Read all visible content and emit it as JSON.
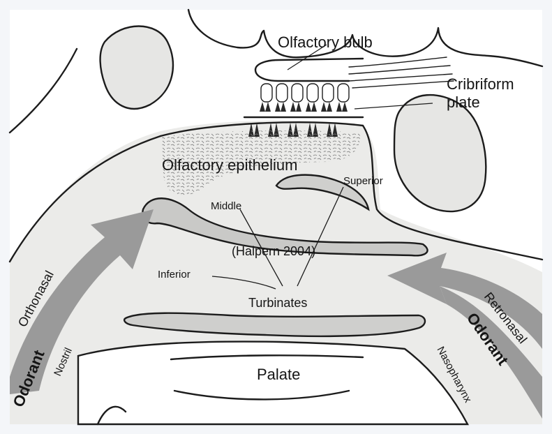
{
  "labels": {
    "olfactory_bulb": "Olfactory bulb",
    "cribriform_1": "Cribriform",
    "cribriform_2": "plate",
    "olfactory_epithelium": "Olfactory epithelium",
    "superior": "Superior",
    "middle": "Middle",
    "inferior": "Inferior",
    "turbinates": "Turbinates",
    "citation": "(Halpern 2004)",
    "orthonasal": "Orthonasal",
    "odorant_left": "Odorant",
    "nostril": "Nostril",
    "retronasal": "Retronasal",
    "odorant_right": "Odorant",
    "nasopharynx": "Nasopharynx",
    "palate": "Palate"
  },
  "colors": {
    "background": "#f4f6f9",
    "tissue": "#e8e8e6",
    "airway": "#f7f7f5",
    "arrow": "#9a9a9a",
    "ink": "#1c1c1c"
  }
}
